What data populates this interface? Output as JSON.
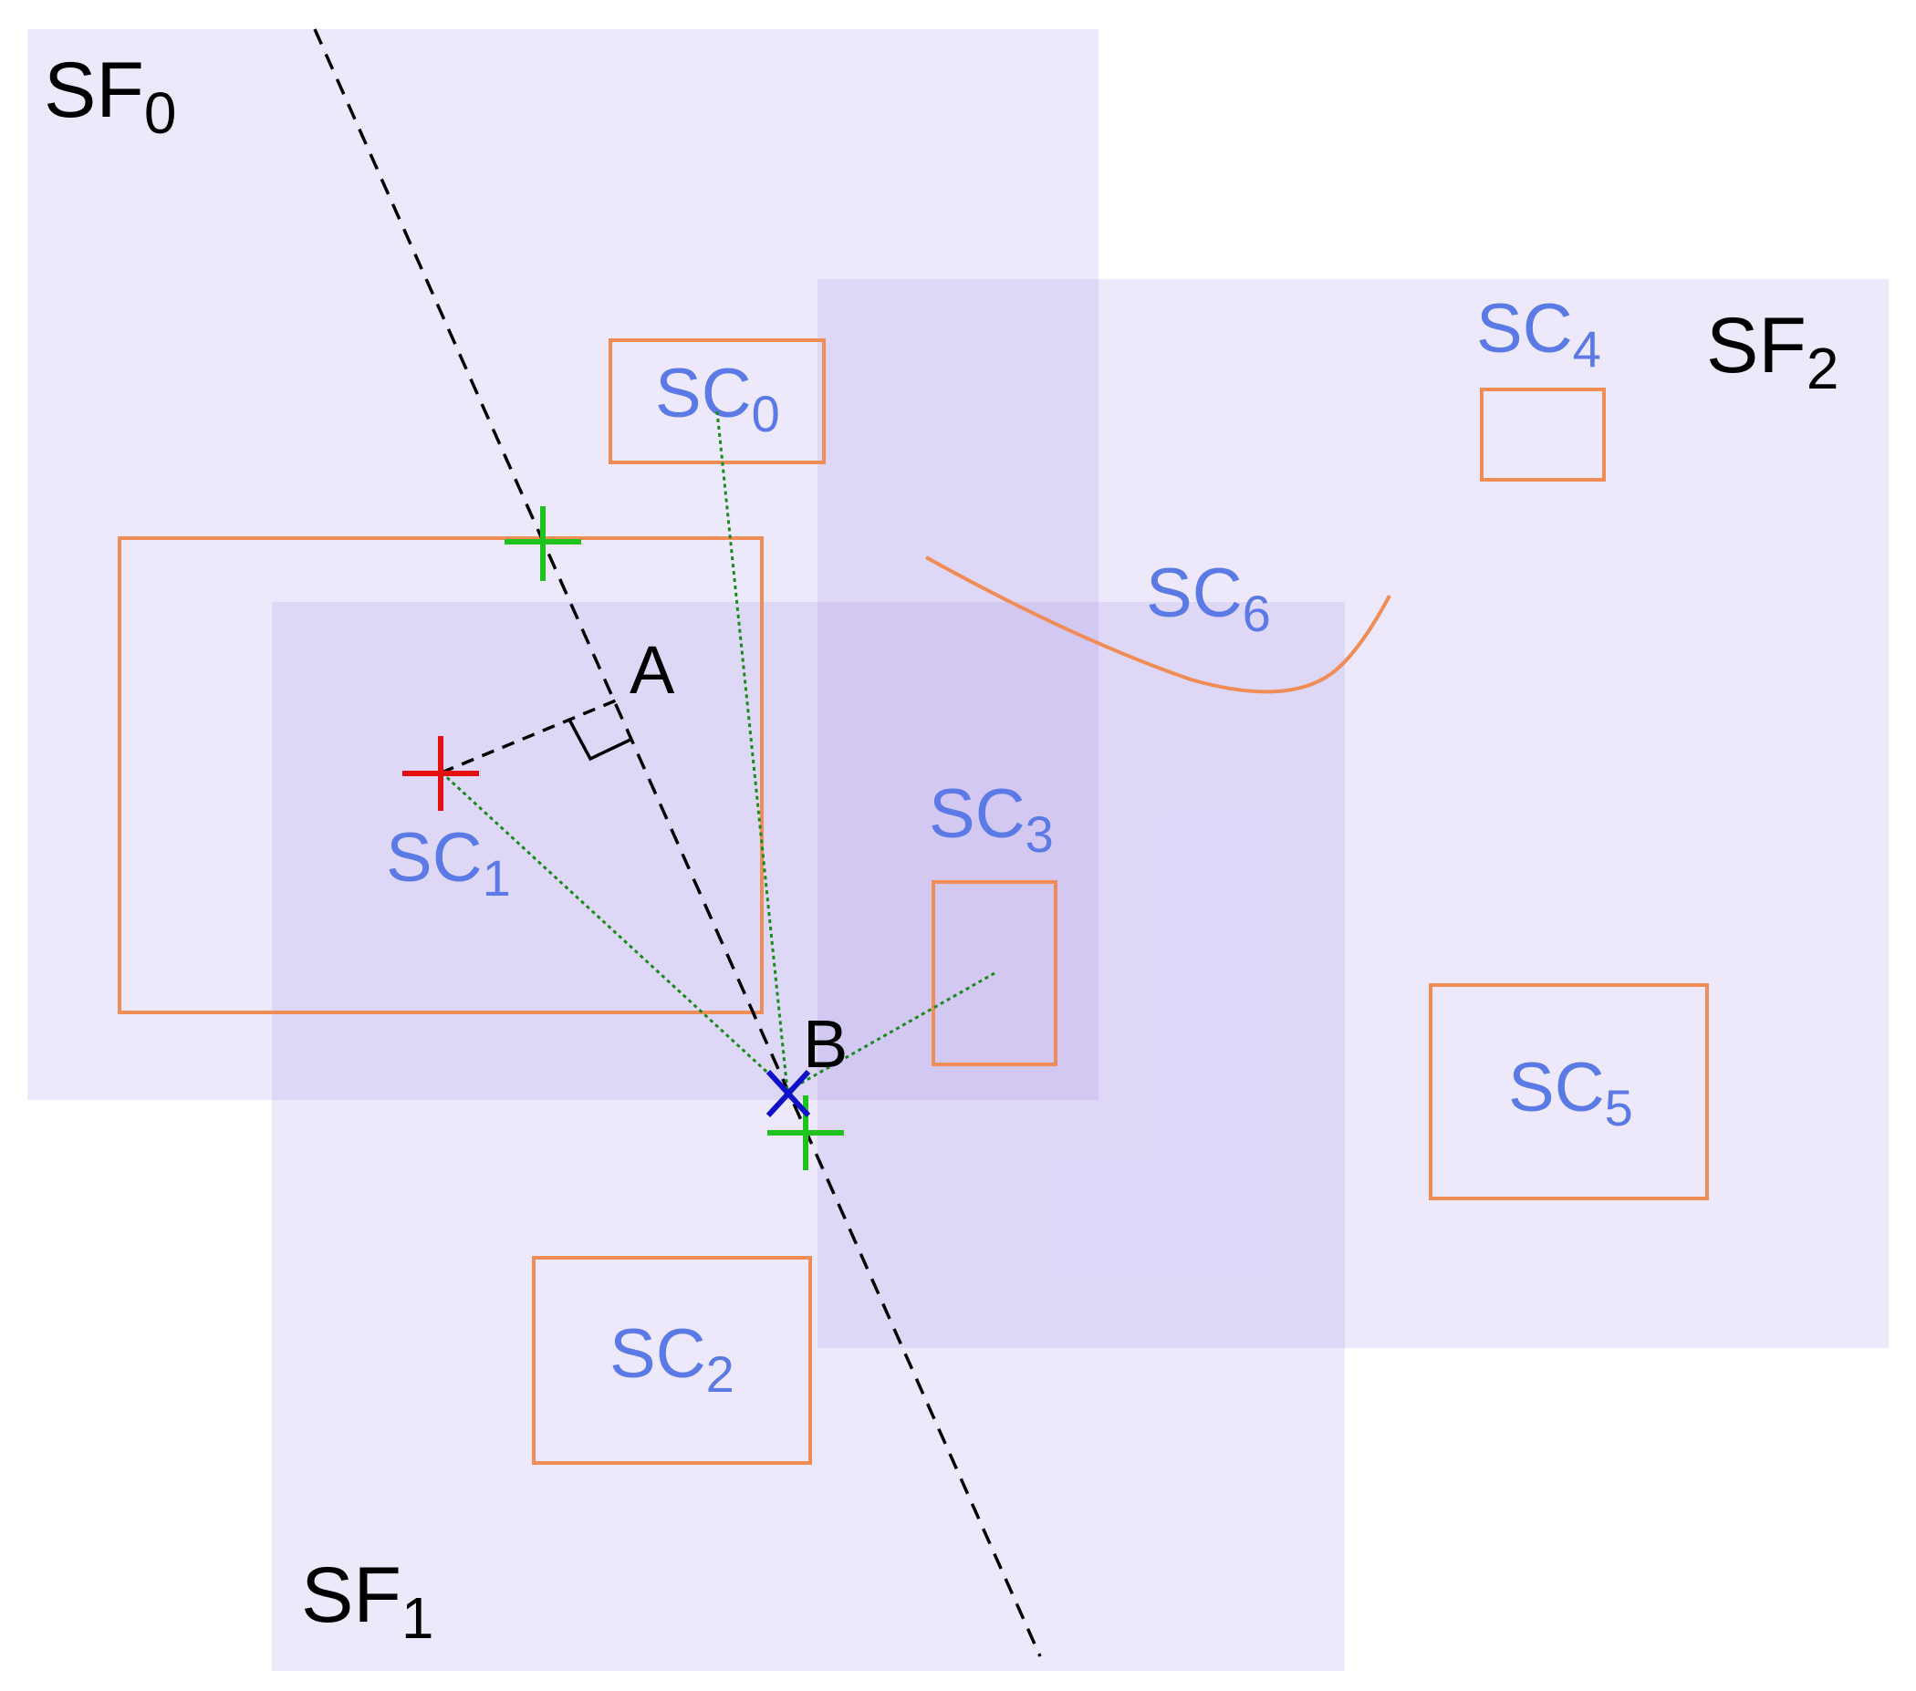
{
  "colors": {
    "frame_fill": "#9b86e6",
    "component_stroke": "#f08c55",
    "component_label": "#5b7ae6",
    "frame_label": "#000000",
    "dashed_line": "#000000",
    "dotted_line": "#1a8a1a",
    "marker_red": "#e41010",
    "marker_green": "#1ec31e",
    "marker_blue": "#1010c8"
  },
  "frames": [
    {
      "id": "SF0",
      "base": "SF",
      "sub": "0"
    },
    {
      "id": "SF1",
      "base": "SF",
      "sub": "1"
    },
    {
      "id": "SF2",
      "base": "SF",
      "sub": "2"
    }
  ],
  "components": [
    {
      "id": "SC0",
      "base": "SC",
      "sub": "0"
    },
    {
      "id": "SC1",
      "base": "SC",
      "sub": "1"
    },
    {
      "id": "SC2",
      "base": "SC",
      "sub": "2"
    },
    {
      "id": "SC3",
      "base": "SC",
      "sub": "3"
    },
    {
      "id": "SC4",
      "base": "SC",
      "sub": "4"
    },
    {
      "id": "SC5",
      "base": "SC",
      "sub": "5"
    },
    {
      "id": "SC6",
      "base": "SC",
      "sub": "6"
    }
  ],
  "points": {
    "A": "A",
    "B": "B"
  },
  "markers": {
    "sc1_center": "red-plus-marker",
    "boundary_crossings": "green-plus-marker",
    "point_b": "blue-x-marker"
  }
}
